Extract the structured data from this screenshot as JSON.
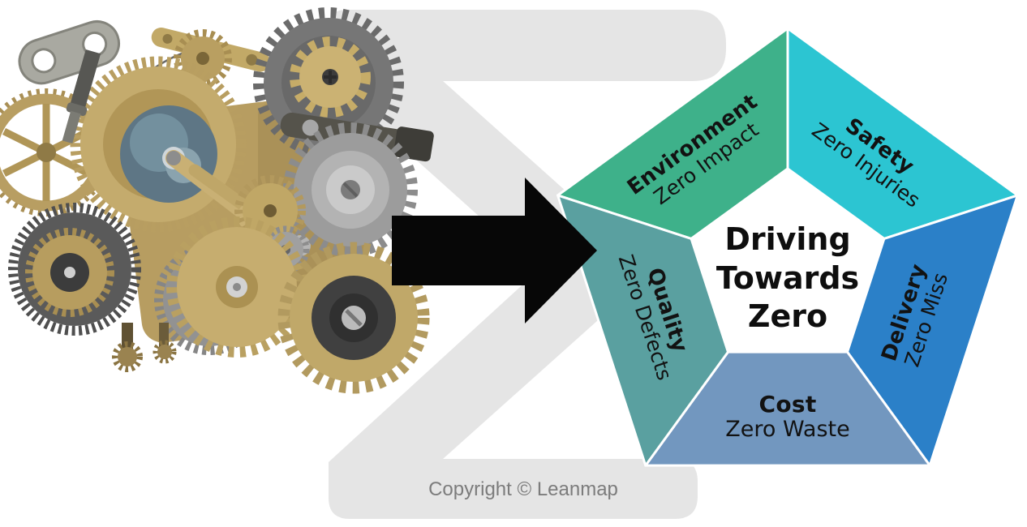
{
  "watermark": {
    "glyph": "Σ",
    "color": "#e5e5e5"
  },
  "arrow": {
    "color": "#070707"
  },
  "pentagon": {
    "center_title": {
      "lines": [
        "Driving",
        "Towards",
        "Zero"
      ],
      "color": "#0e0e0e"
    },
    "segments": [
      {
        "title": "Environment",
        "subtitle": "Zero Impact",
        "color": "#3eb18a"
      },
      {
        "title": "Safety",
        "subtitle": "Zero Injuries",
        "color": "#2cc5d2"
      },
      {
        "title": "Delivery",
        "subtitle": "Zero Miss",
        "color": "#2b80c8"
      },
      {
        "title": "Cost",
        "subtitle": "Zero Waste",
        "color": "#7297bf"
      },
      {
        "title": "Quality",
        "subtitle": "Zero Defects",
        "color": "#5aa0a0"
      }
    ]
  },
  "footer": {
    "copyright": "Copyright © Leanmap",
    "color": "#7c7c7c"
  }
}
